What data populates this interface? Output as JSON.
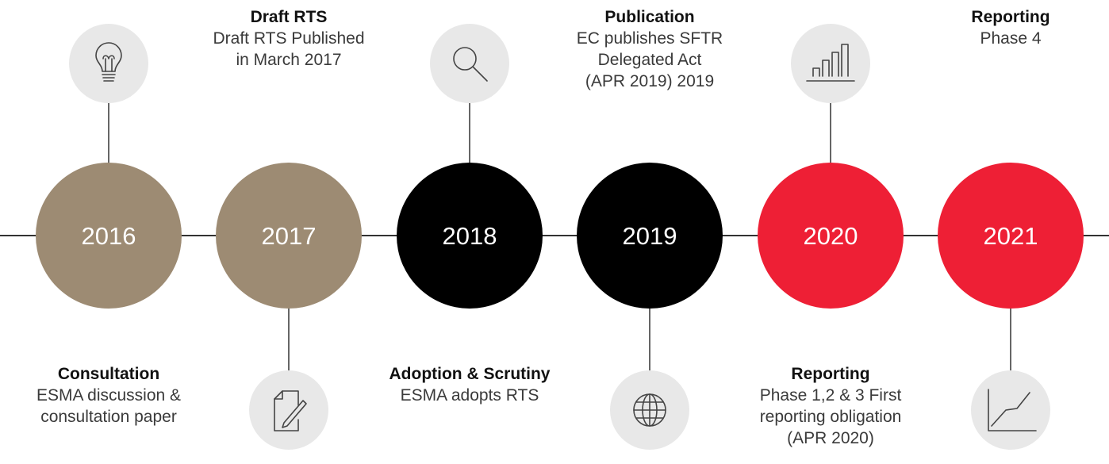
{
  "colors": {
    "tan": "#9d8b73",
    "black": "#000000",
    "red": "#ee1f35",
    "icon_bg": "#e8e8e8",
    "icon_stroke": "#444444",
    "line": "#333333"
  },
  "milestones": [
    {
      "year": "2016",
      "color": "tan",
      "position": "below",
      "icon": "lightbulb-icon",
      "title": "Consultation",
      "description": "ESMA discussion &\nconsultation paper"
    },
    {
      "year": "2017",
      "color": "tan",
      "position": "above",
      "icon": "document-pen-icon",
      "title": "Draft RTS",
      "description": "Draft RTS Published\nin March 2017"
    },
    {
      "year": "2018",
      "color": "black",
      "position": "below",
      "icon": "magnifier-icon",
      "title": "Adoption & Scrutiny",
      "description": "ESMA adopts RTS"
    },
    {
      "year": "2019",
      "color": "black",
      "position": "above",
      "icon": "globe-icon",
      "title": "Publication",
      "description": "EC publishes SFTR\nDelegated Act\n(APR 2019) 2019"
    },
    {
      "year": "2020",
      "color": "red",
      "position": "below",
      "icon": "bar-chart-icon",
      "title": "Reporting",
      "description": "Phase 1,2 & 3 First\nreporting obligation\n(APR 2020)"
    },
    {
      "year": "2021",
      "color": "red",
      "position": "above",
      "icon": "line-chart-icon",
      "title": "Reporting",
      "description": "Phase 4"
    }
  ]
}
